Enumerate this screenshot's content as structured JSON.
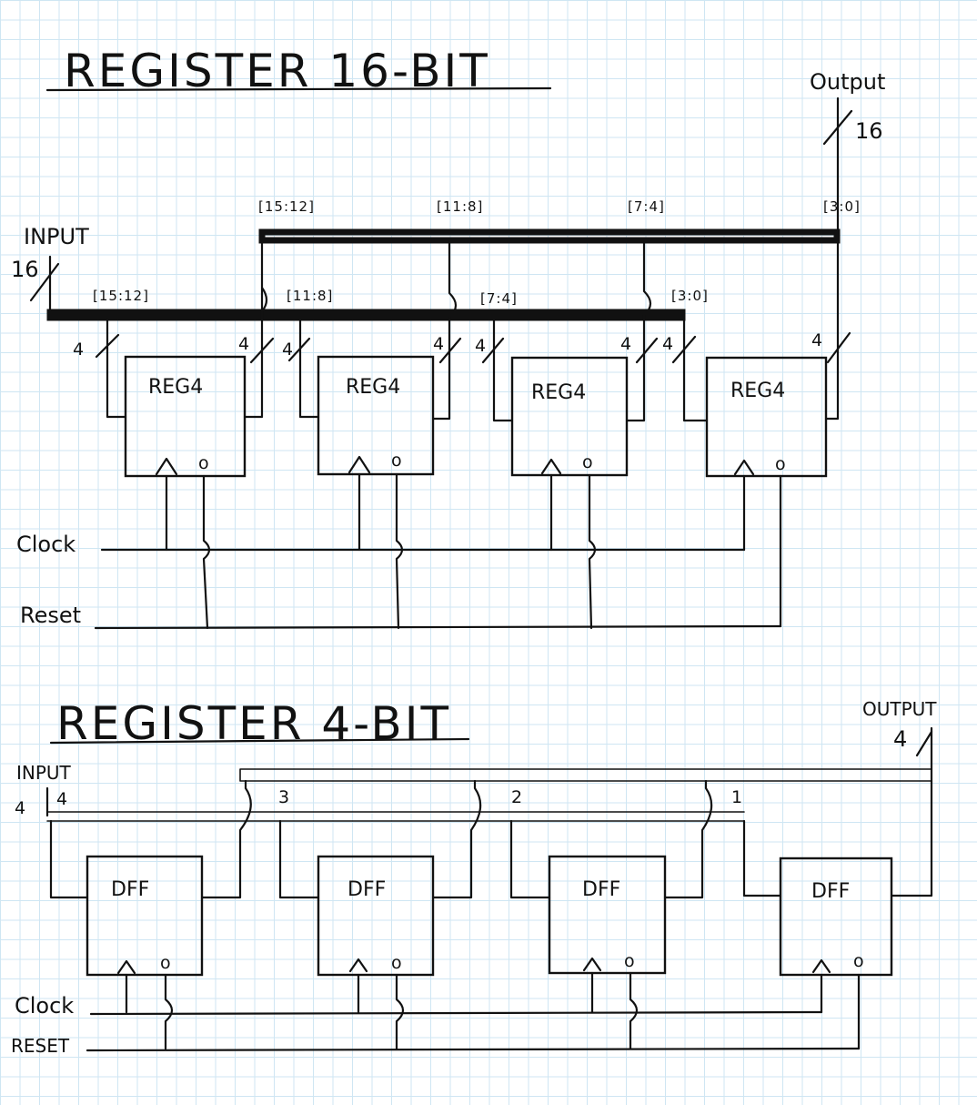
{
  "reg16": {
    "title": "REGISTER 16-BIT",
    "output_label": "Output",
    "output_width": "16",
    "input_label": "INPUT",
    "input_width": "16",
    "clock_label": "Clock",
    "reset_label": "Reset",
    "out_bus_labels": [
      "[15:12]",
      "[11:8]",
      "[7:4]",
      "[3:0]"
    ],
    "in_bus_labels": [
      "[15:12]",
      "[11:8]",
      "[7:4]",
      "[3:0]"
    ],
    "blocks": [
      "REG4",
      "REG4",
      "REG4",
      "REG4"
    ],
    "slice_width": "4",
    "reset_pin": "o"
  },
  "reg4": {
    "title": "REGISTER 4-BIT",
    "output_label": "OUTPUT",
    "output_width": "4",
    "input_label": "INPUT",
    "input_width": "4",
    "input_bus_width": "4",
    "clock_label": "Clock",
    "reset_label": "RESET",
    "bit_labels": [
      "3",
      "2",
      "1"
    ],
    "blocks": [
      "DFF",
      "DFF",
      "DFF",
      "DFF"
    ],
    "reset_pin": "o"
  }
}
